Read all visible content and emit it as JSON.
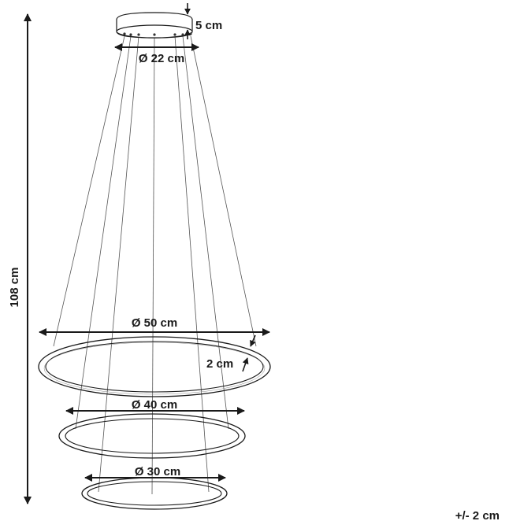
{
  "dimensions": {
    "canopy_height": "5 cm",
    "canopy_diameter": "Ø 22 cm",
    "total_height": "108 cm",
    "large_ring_diameter": "Ø 50 cm",
    "ring_thickness": "2 cm",
    "middle_ring_diameter": "Ø 40 cm",
    "small_ring_diameter": "Ø 30 cm"
  },
  "tolerance": "+/- 2 cm",
  "colors": {
    "line": "#1a1a1a",
    "wire": "#555555",
    "background": "#ffffff"
  }
}
